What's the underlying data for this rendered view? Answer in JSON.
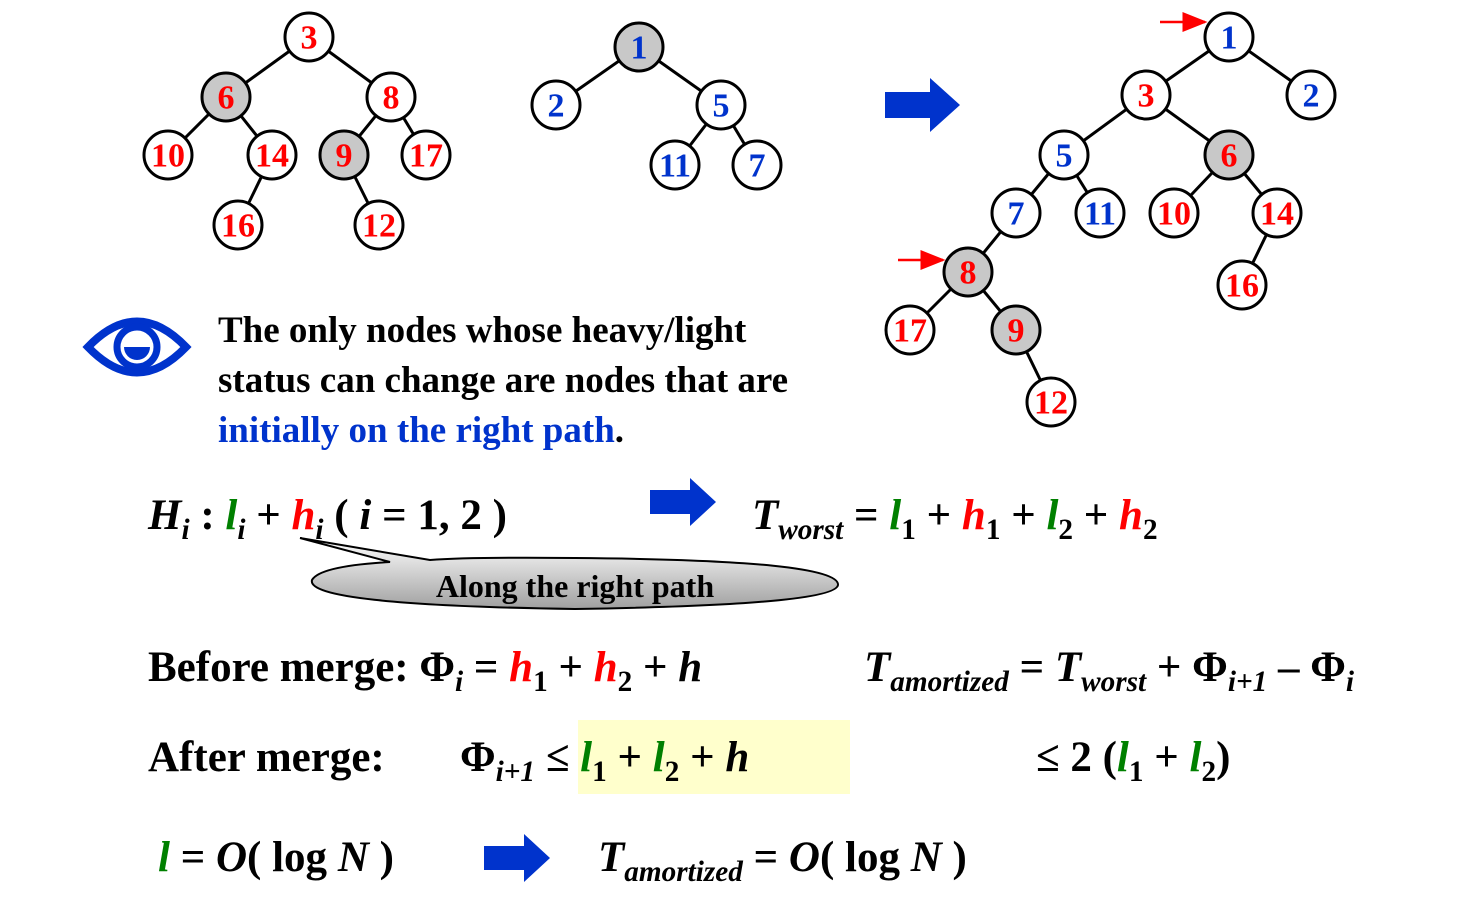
{
  "colors": {
    "red": "#ff0000",
    "blue": "#0033cc",
    "green": "#008000",
    "gray": "#c8c8c8",
    "highlight": "#ffffcc",
    "bigArrow": "#0033cc"
  },
  "heap1": [
    {
      "id": "a3",
      "key": "3",
      "color": "red",
      "heavy": false
    },
    {
      "id": "a6",
      "key": "6",
      "color": "red",
      "heavy": true
    },
    {
      "id": "a8",
      "key": "8",
      "color": "red",
      "heavy": false
    },
    {
      "id": "a10",
      "key": "10",
      "color": "red",
      "heavy": false
    },
    {
      "id": "a14",
      "key": "14",
      "color": "red",
      "heavy": false
    },
    {
      "id": "a9",
      "key": "9",
      "color": "red",
      "heavy": true
    },
    {
      "id": "a17",
      "key": "17",
      "color": "red",
      "heavy": false
    },
    {
      "id": "a16",
      "key": "16",
      "color": "red",
      "heavy": false
    },
    {
      "id": "a12",
      "key": "12",
      "color": "red",
      "heavy": false
    }
  ],
  "heap2": [
    {
      "id": "b1",
      "key": "1",
      "color": "blue",
      "heavy": true
    },
    {
      "id": "b2",
      "key": "2",
      "color": "blue",
      "heavy": false
    },
    {
      "id": "b5",
      "key": "5",
      "color": "blue",
      "heavy": false
    },
    {
      "id": "b11",
      "key": "11",
      "color": "blue",
      "heavy": false
    },
    {
      "id": "b7",
      "key": "7",
      "color": "blue",
      "heavy": false
    }
  ],
  "merged": [
    {
      "id": "c1",
      "key": "1",
      "color": "blue",
      "heavy": false
    },
    {
      "id": "c3",
      "key": "3",
      "color": "red",
      "heavy": false
    },
    {
      "id": "c2",
      "key": "2",
      "color": "blue",
      "heavy": false
    },
    {
      "id": "c5",
      "key": "5",
      "color": "blue",
      "heavy": false
    },
    {
      "id": "c6",
      "key": "6",
      "color": "red",
      "heavy": true
    },
    {
      "id": "c7",
      "key": "7",
      "color": "blue",
      "heavy": false
    },
    {
      "id": "c11",
      "key": "11",
      "color": "blue",
      "heavy": false
    },
    {
      "id": "c10",
      "key": "10",
      "color": "red",
      "heavy": false
    },
    {
      "id": "c14",
      "key": "14",
      "color": "red",
      "heavy": false
    },
    {
      "id": "c8",
      "key": "8",
      "color": "red",
      "heavy": true
    },
    {
      "id": "c16",
      "key": "16",
      "color": "red",
      "heavy": false
    },
    {
      "id": "c17",
      "key": "17",
      "color": "red",
      "heavy": false
    },
    {
      "id": "c9",
      "key": "9",
      "color": "red",
      "heavy": true
    },
    {
      "id": "c12",
      "key": "12",
      "color": "red",
      "heavy": false
    }
  ],
  "note": {
    "line1": "The only nodes whose heavy/light",
    "line2": "status can change are nodes that are",
    "line3_blue": "initially on the right path",
    "line3_end": "."
  },
  "eq1": {
    "H": "H",
    "i": "i",
    "colon": " : ",
    "l": "l",
    "plus": " + ",
    "h": "h",
    "paren": "  ( ",
    "i2": "i",
    "rest": " = 1, 2 )"
  },
  "eq2": {
    "T": "T",
    "worst": "worst",
    "eqs": " = ",
    "l": "l",
    "one": "1",
    "plus": " + ",
    "h": "h",
    "two": "2"
  },
  "bubble": "Along the right path",
  "before": {
    "label": "Before merge: ",
    "phi": "Φ",
    "i": "i",
    "eqs": " = ",
    "h": "h",
    "one": "1",
    "plus": " + ",
    "two": "2",
    "plus2": " + ",
    "hh": "h"
  },
  "amort": {
    "T": "T",
    "amortized": "amortized",
    "eqs": " = ",
    "worst": "worst",
    "plus": " + ",
    "phi": "Φ",
    "ip1": "i+1",
    "minus": " – ",
    "i": "i"
  },
  "after": {
    "label": "After merge:",
    "phi": "Φ",
    "ip1": "i+1",
    "le": " ≤ ",
    "l": "l",
    "one": "1",
    "plus": " + ",
    "two": "2",
    "plus2": " + ",
    "h": "h"
  },
  "bound": {
    "le": "≤ 2 (",
    "l": "l",
    "one": "1",
    "plus": " + ",
    "two": "2",
    "close": ")"
  },
  "final": {
    "l": "l",
    "eq": " = ",
    "O": "O",
    "log": "( log ",
    "N": "N",
    "close": " )",
    "T": "T",
    "amortized": "amortized"
  }
}
